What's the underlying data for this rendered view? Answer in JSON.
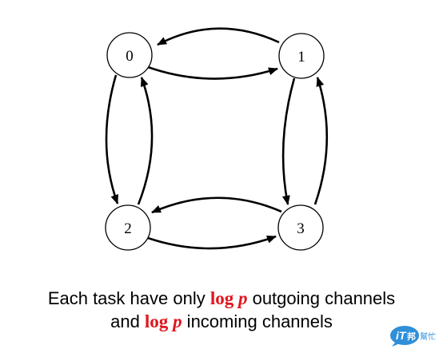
{
  "diagram": {
    "nodes": [
      {
        "id": "0",
        "label": "0"
      },
      {
        "id": "1",
        "label": "1"
      },
      {
        "id": "2",
        "label": "2"
      },
      {
        "id": "3",
        "label": "3"
      }
    ],
    "edges": [
      {
        "from": "0",
        "to": "1"
      },
      {
        "from": "1",
        "to": "0"
      },
      {
        "from": "0",
        "to": "2"
      },
      {
        "from": "2",
        "to": "0"
      },
      {
        "from": "1",
        "to": "3"
      },
      {
        "from": "3",
        "to": "1"
      },
      {
        "from": "2",
        "to": "3"
      },
      {
        "from": "3",
        "to": "2"
      }
    ]
  },
  "caption": {
    "line1_prefix": "Each task have only ",
    "line1_suffix": " outgoing channels",
    "line2_prefix": "and ",
    "line2_suffix": " incoming channels",
    "math_log": "log",
    "math_var": "p"
  },
  "logo": {
    "text_main": "iT",
    "text_sub": "邦",
    "text_side": "幫忙"
  },
  "colors": {
    "math_highlight": "#e0161e",
    "logo_blue": "#2f8fd8"
  }
}
